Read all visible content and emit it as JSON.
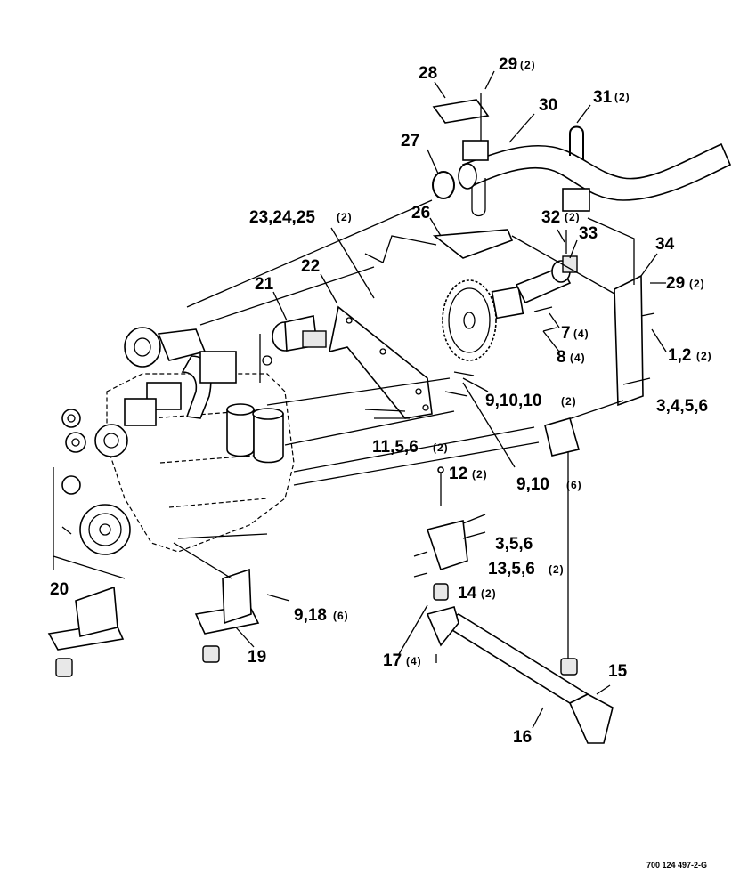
{
  "callouts": [
    {
      "id": "c28",
      "text": "28",
      "qty": ""
    },
    {
      "id": "c29a",
      "text": "29",
      "qty": "(2)"
    },
    {
      "id": "c30",
      "text": "30",
      "qty": ""
    },
    {
      "id": "c31",
      "text": "31",
      "qty": "(2)"
    },
    {
      "id": "c27",
      "text": "27",
      "qty": ""
    },
    {
      "id": "c23",
      "text": "23,24,25",
      "qty": "(2)"
    },
    {
      "id": "c26",
      "text": "26",
      "qty": ""
    },
    {
      "id": "c32",
      "text": "32",
      "qty": "(2)"
    },
    {
      "id": "c33",
      "text": "33",
      "qty": ""
    },
    {
      "id": "c34",
      "text": "34",
      "qty": ""
    },
    {
      "id": "c22",
      "text": "22",
      "qty": ""
    },
    {
      "id": "c21",
      "text": "21",
      "qty": ""
    },
    {
      "id": "c29b",
      "text": "29",
      "qty": "(2)"
    },
    {
      "id": "c7",
      "text": "7",
      "qty": "(4)"
    },
    {
      "id": "c1",
      "text": "1,2",
      "qty": "(2)"
    },
    {
      "id": "c8",
      "text": "8",
      "qty": "(4)"
    },
    {
      "id": "c9a",
      "text": "9,10,10",
      "qty": "(2)"
    },
    {
      "id": "c3a",
      "text": "3,4,5,6",
      "qty": ""
    },
    {
      "id": "c11",
      "text": "11,5,6",
      "qty": "(2)"
    },
    {
      "id": "c12",
      "text": "12",
      "qty": "(2)"
    },
    {
      "id": "c9b",
      "text": "9,10",
      "qty": "(6)"
    },
    {
      "id": "c3b",
      "text": "3,5,6",
      "qty": ""
    },
    {
      "id": "c13",
      "text": "13,5,6",
      "qty": "(2)"
    },
    {
      "id": "c14",
      "text": "14",
      "qty": "(2)"
    },
    {
      "id": "c20",
      "text": "20",
      "qty": ""
    },
    {
      "id": "c9c",
      "text": "9,18",
      "qty": "(6)"
    },
    {
      "id": "c19",
      "text": "19",
      "qty": ""
    },
    {
      "id": "c17",
      "text": "17",
      "qty": "(4)"
    },
    {
      "id": "c15",
      "text": "15",
      "qty": ""
    },
    {
      "id": "c16",
      "text": "16",
      "qty": ""
    }
  ],
  "reference_code": "700 124 497-2-G"
}
